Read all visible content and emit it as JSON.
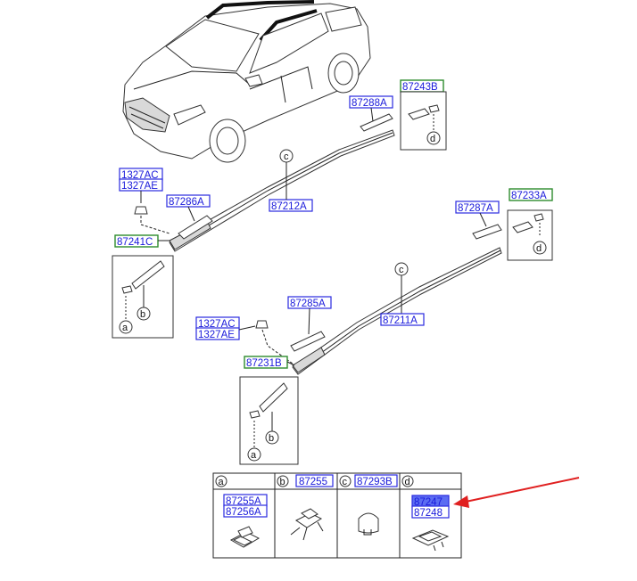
{
  "labels": {
    "p1327ac_top": "1327AC",
    "p1327ae_top": "1327AE",
    "p87286a": "87286A",
    "p87212a": "87212A",
    "p87241c": "87241C",
    "p87288a": "87288A",
    "p87243b": "87243B",
    "p87287a": "87287A",
    "p87233a": "87233A",
    "p87285a": "87285A",
    "p87211a": "87211A",
    "p1327ac_mid": "1327AC",
    "p1327ae_mid": "1327AE",
    "p87231b": "87231B"
  },
  "callouts": {
    "a": "a",
    "b": "b",
    "c": "c",
    "d": "d"
  },
  "table": {
    "headers": [
      {
        "letter": "a",
        "part": ""
      },
      {
        "letter": "b",
        "part": "87255"
      },
      {
        "letter": "c",
        "part": "87293B"
      },
      {
        "letter": "d",
        "part": ""
      }
    ],
    "cell_a": [
      "87255A",
      "87256A"
    ],
    "cell_d": [
      "87247",
      "87248"
    ]
  },
  "colors": {
    "part_number": "#1a1adb",
    "box_blue": "#2a2ae0",
    "box_green": "#2e8b2e",
    "highlight": "#5b6cf2",
    "arrow": "#e02020"
  }
}
